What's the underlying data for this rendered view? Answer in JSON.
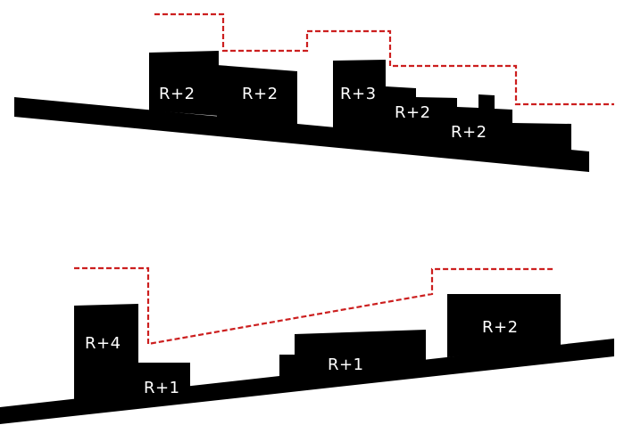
{
  "colors": {
    "mass": "#000000",
    "envelope_line": "#cc1f1f",
    "label_text": "#ffffff",
    "background": "#ffffff"
  },
  "section_top": {
    "labels": [
      "R+2",
      "R+2",
      "R+3",
      "R+2",
      "R+2"
    ]
  },
  "section_bottom": {
    "labels": [
      "R+4",
      "R+1",
      "R+1",
      "R+2"
    ]
  }
}
